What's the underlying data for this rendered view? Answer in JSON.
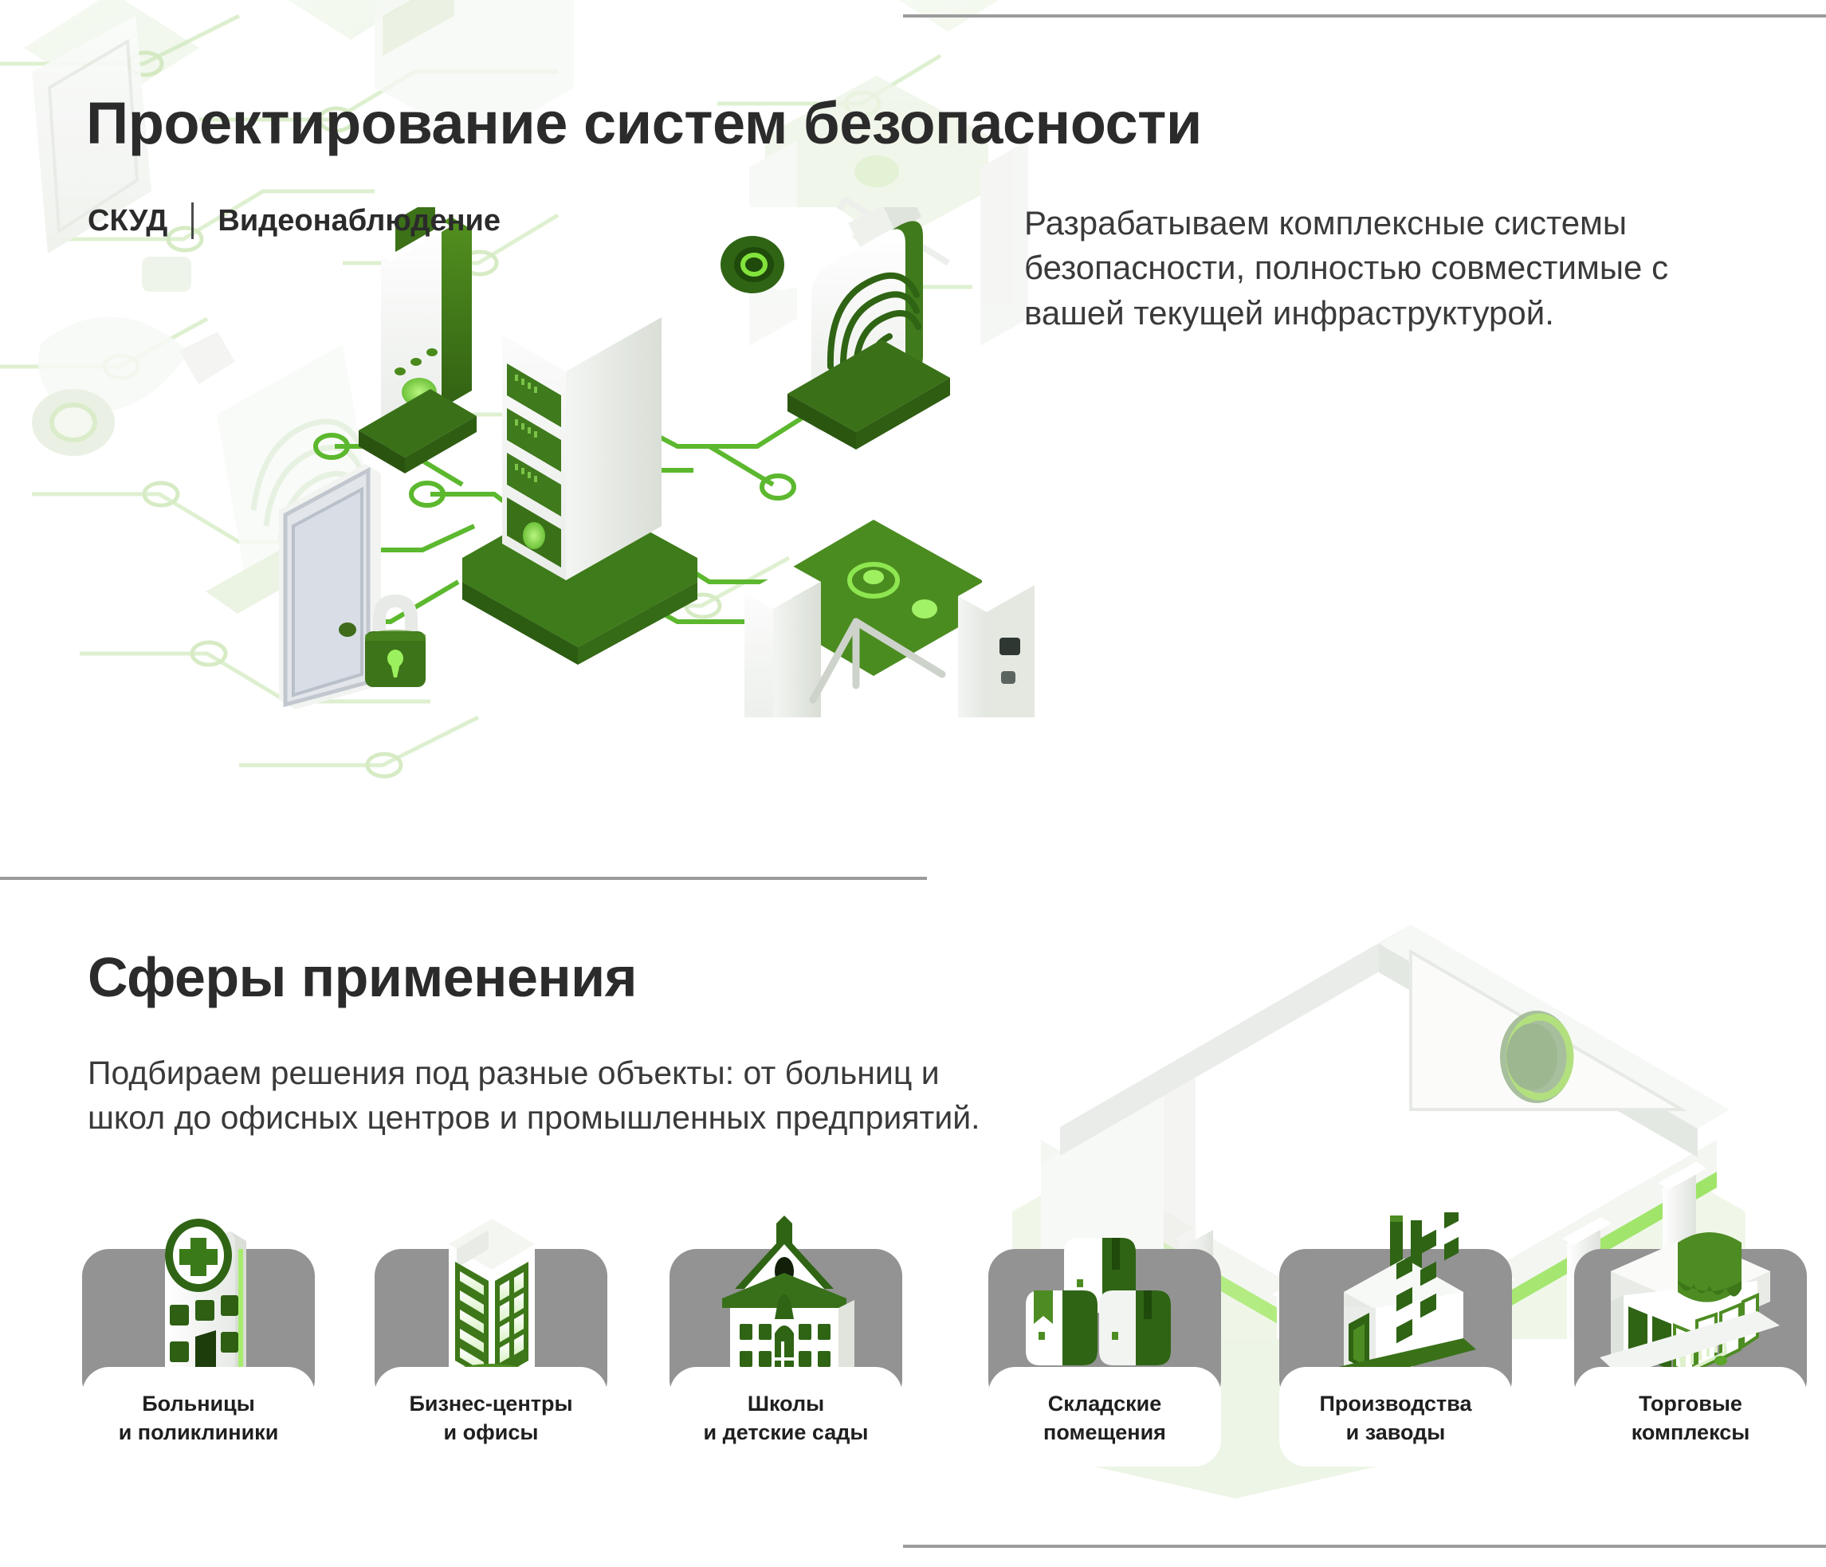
{
  "hero": {
    "title": "Проектирование систем безопасности",
    "subtitle_left": "СКУД",
    "subtitle_right": "Видеонаблюдение",
    "paragraph": "Разрабатываем комплексные системы безопасности, полностью совместимые с вашей текущей инфраструктурой."
  },
  "section2": {
    "title": "Сферы применения",
    "paragraph": "Подбираем решения под разные объекты: от больниц и школ до офисных центров и промышленных предприятий."
  },
  "cards": [
    {
      "label": "Больницы\nи поликлиники",
      "icon": "hospital-icon"
    },
    {
      "label": "Бизнес-центры\nи офисы",
      "icon": "office-tower-icon"
    },
    {
      "label": "Школы\nи детские сады",
      "icon": "school-icon"
    },
    {
      "label": "Складские\nпомещения",
      "icon": "warehouse-boxes-icon"
    },
    {
      "label": "Производства\nи заводы",
      "icon": "factory-icon"
    },
    {
      "label": "Торговые\nкомплексы",
      "icon": "shop-icon"
    }
  ],
  "illustration": {
    "hero_elements": [
      "access-control-terminal-icon",
      "server-rack-icon",
      "dome-camera-icon",
      "fingerprint-scanner-icon",
      "turnstile-icon",
      "door-with-padlock-icon"
    ],
    "section2_element": "bank-temple-building-icon"
  },
  "colors": {
    "accent_green": "#3f7a1e",
    "bright_green": "#7ed957",
    "dark_green": "#2c5c14",
    "text_dark": "#2b2b2b",
    "text_body": "#3a3a3a",
    "divider_gray": "#9c9c9c",
    "card_gray": "#939393"
  }
}
